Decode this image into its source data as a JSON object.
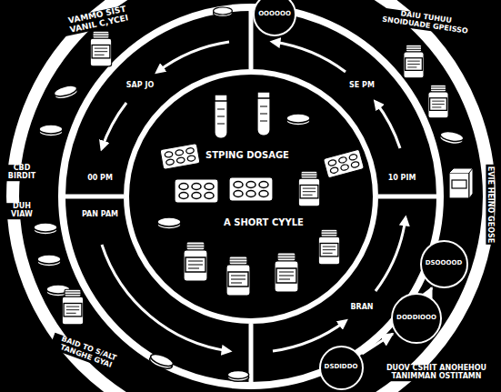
{
  "diagram": {
    "nodes": [
      {
        "text": [
          "OOOOOO"
        ]
      },
      {
        "text": [
          "STPING DOSAGE",
          "A SHORT CYYLE"
        ]
      },
      {
        "text": [
          "DSOOOOD"
        ]
      },
      {
        "text": [
          "DODDIOOO"
        ]
      },
      {
        "text": [
          "DSDIDDO"
        ]
      }
    ],
    "edges": [
      {
        "from": 4,
        "to": 3,
        "arrow": "to"
      },
      {
        "from": 3,
        "to": 2,
        "arrow": "to"
      }
    ],
    "labels": [
      "VAMMO SIST VANIL C,YCEI",
      "DAIU TUHUU SNOIDUADE GPEISSO",
      "CBD BIRDIT",
      "DUH VIAW",
      "SAP JO",
      "00 PM",
      "PAN PAM",
      "SE PM",
      "10 PIM",
      "BRAN",
      "BAID TO S/ALT TANGHE GYAI",
      "DUOV CSHIT ANOHEHOU TANIMMAN OSTITAMN",
      "EVIE HEINO GEOSE"
    ]
  }
}
